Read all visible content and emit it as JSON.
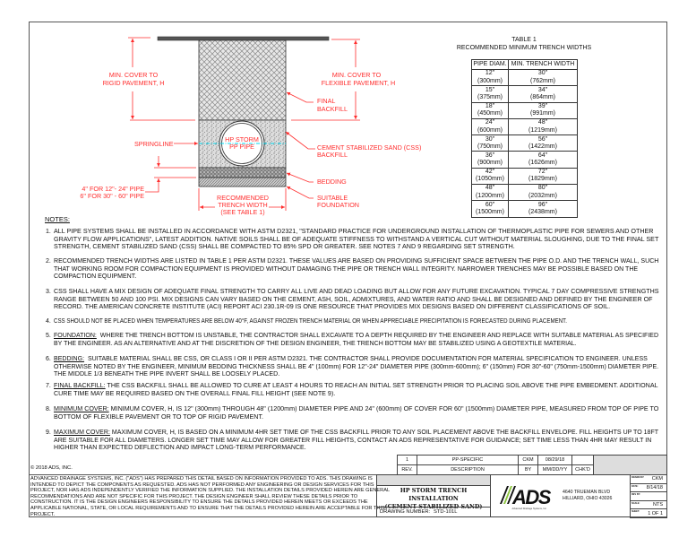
{
  "drawing": {
    "labels": {
      "rigid_cover": [
        "MIN. COVER TO",
        "RIGID PAVEMENT, H"
      ],
      "flexible_cover": [
        "MIN. COVER TO",
        "FLEXIBLE PAVEMENT, H"
      ],
      "final_backfill": [
        "FINAL",
        "BACKFILL"
      ],
      "springline": "SPRINGLINE",
      "pipe": [
        "HP STORM",
        "PP PIPE"
      ],
      "css_backfill": [
        "CEMENT STABILIZED SAND (CSS)",
        "BACKFILL"
      ],
      "bedding": "BEDDING",
      "foundation": [
        "SUITABLE",
        "FOUNDATION"
      ],
      "bedding_thickness": [
        "4\" FOR 12\"- 24\" PIPE",
        "6\" FOR 30\" - 60\" PIPE"
      ],
      "trench_width": [
        "RECOMMENDED",
        "TRENCH WIDTH",
        "(SEE TABLE 1)"
      ]
    },
    "colors": {
      "annotation": "#ff2e2e",
      "springline": "#00d8f0"
    }
  },
  "table": {
    "title": "TABLE 1",
    "subtitle": "RECOMMENDED MINIMUM TRENCH WIDTHS",
    "headers": [
      "PIPE DIAM.",
      "MIN. TRENCH WIDTH"
    ],
    "rows": [
      [
        [
          "12\"",
          "(300mm)"
        ],
        [
          "30\"",
          "(762mm)"
        ]
      ],
      [
        [
          "15\"",
          "(375mm)"
        ],
        [
          "34\"",
          "(864mm)"
        ]
      ],
      [
        [
          "18\"",
          "(450mm)"
        ],
        [
          "39\"",
          "(991mm)"
        ]
      ],
      [
        [
          "24\"",
          "(600mm)"
        ],
        [
          "48\"",
          "(1219mm)"
        ]
      ],
      [
        [
          "30\"",
          "(750mm)"
        ],
        [
          "56\"",
          "(1422mm)"
        ]
      ],
      [
        [
          "36\"",
          "(900mm)"
        ],
        [
          "64\"",
          "(1626mm)"
        ]
      ],
      [
        [
          "42\"",
          "(1050mm)"
        ],
        [
          "72\"",
          "(1829mm)"
        ]
      ],
      [
        [
          "48\"",
          "(1200mm)"
        ],
        [
          "80\"",
          "(2032mm)"
        ]
      ],
      [
        [
          "60\"",
          "(1500mm)"
        ],
        [
          "96\"",
          "(2438mm)"
        ]
      ]
    ]
  },
  "notes": {
    "heading": "NOTES:",
    "items": [
      {
        "num": "1.",
        "label": "",
        "lines": [
          "ALL PIPE SYSTEMS SHALL BE INSTALLED IN ACCORDANCE WITH ASTM D2321, \"STANDARD PRACTICE FOR UNDERGROUND INSTALLATION OF THERMOPLASTIC PIPE FOR SEWERS AND OTHER",
          "GRAVITY FLOW APPLICATIONS\", LATEST ADDITION. NATIVE SOILS SHALL BE OF ADEQUATE STIFFNESS TO WITHSTAND A VERTICAL CUT WITHOUT MATERIAL SLOUGHING, DUE TO THE FINAL SET",
          "STRENGTH, CEMENT STABILIZED SAND (CSS) SHALL BE COMPACTED TO 85% SPD OR GREATER. SEE NOTES 7 AND 9 REGARDING SET STRENGTH."
        ]
      },
      {
        "num": "2.",
        "label": "",
        "lines": [
          "RECOMMENDED TRENCH WIDTHS ARE LISTED IN TABLE 1 PER ASTM D2321. THESE VALUES ARE BASED ON PROVIDING SUFFICIENT SPACE BETWEEN THE PIPE O.D. AND THE TRENCH WALL, SUCH",
          "THAT WORKING ROOM FOR COMPACTION EQUIPMENT IS PROVIDED WITHOUT DAMAGING THE PIPE OR TRENCH WALL INTEGRITY. NARROWER TRENCHES MAY BE POSSIBLE BASED ON THE",
          "COMPACTION EQUIPMENT."
        ]
      },
      {
        "num": "3.",
        "label": "",
        "lines": [
          "CSS SHALL HAVE A MIX DESIGN OF ADEQUATE FINAL STRENGTH TO CARRY ALL LIVE AND DEAD LOADING BUT ALLOW FOR ANY FUTURE EXCAVATION. TYPICAL 7 DAY COMPRESSIVE STRENGTHS",
          "RANGE BETWEEN 50 AND 100 PSI. MIX DESIGNS CAN VARY BASED ON THE CEMENT, ASH, SOIL, ADMIXTURES, AND WATER RATIO AND SHALL BE DESIGNED AND DEFINED BY THE ENGINEER OF",
          "RECORD. THE AMERICAN CONCRETE INSTITUTE (ACI) REPORT ACI 230.1R-09 IS ONE RESOURCE THAT PROVIDES MIX DESIGNS BASED ON DIFFERENT CLASSIFICATIONS OF SOIL."
        ]
      },
      {
        "num": "4.",
        "label": "",
        "lines": [
          "CSS SHOULD NOT BE PLACED WHEN TEMPERATURES ARE BELOW 40°F, AGAINST FROZEN TRENCH MATERIAL OR WHEN APPRECIABLE PRECIPITATION IS FORECASTED DURING PLACEMENT."
        ]
      },
      {
        "num": "5.",
        "label": "FOUNDATION:",
        "lines": [
          "  WHERE THE TRENCH BOTTOM IS UNSTABLE, THE CONTRACTOR SHALL EXCAVATE TO A DEPTH REQUIRED BY THE ENGINEER AND REPLACE WITH SUITABLE MATERIAL AS SPECIFIED",
          "BY THE ENGINEER. AS AN ALTERNATIVE AND AT THE DISCRETION OF THE DESIGN ENGINEER, THE TRENCH BOTTOM MAY BE STABILIZED USING A GEOTEXTILE MATERIAL."
        ]
      },
      {
        "num": "6.",
        "label": "BEDDING:",
        "lines": [
          "  SUITABLE MATERIAL SHALL BE CSS, OR CLASS I OR II PER ASTM D2321. THE CONTRACTOR SHALL PROVIDE DOCUMENTATION FOR MATERIAL SPECIFICATION TO ENGINEER. UNLESS",
          "OTHERWISE NOTED BY THE ENGINEER, MINIMUM BEDDING THICKNESS SHALL BE 4\" (100mm) FOR 12\"-24\" DIAMETER PIPE (300mm-600mm); 6\" (150mm) FOR 30\"-60\" (750mm-1500mm) DIAMETER PIPE.",
          "THE MIDDLE 1/3 BENEATH THE PIPE INVERT SHALL BE LOOSELY PLACED."
        ]
      },
      {
        "num": "7.",
        "label": "FINAL BACKFILL:",
        "lines": [
          " THE CSS BACKFILL SHALL BE ALLOWED TO CURE AT LEAST 4 HOURS TO REACH AN INITIAL SET STRENGTH PRIOR TO PLACING SOIL ABOVE THE PIPE EMBEDMENT. ADDITIONAL",
          "CURE TIME MAY BE REQUIRED BASED ON THE OVERALL FINAL FILL HEIGHT (SEE NOTE 9)."
        ]
      },
      {
        "num": "8.",
        "label": "MINIMUM COVER:",
        "lines": [
          " MINIMUM COVER, H, IS 12\" (300mm) THROUGH 48\" (1200mm) DIAMETER PIPE AND 24\" (600mm) OF COVER FOR 60\" (1500mm) DIAMETER PIPE, MEASURED FROM TOP OF PIPE TO",
          "BOTTOM OF FLEXIBLE PAVEMENT OR TO TOP OF RIGID PAVEMENT."
        ]
      },
      {
        "num": "9.",
        "label": "MAXIMUM COVER:",
        "lines": [
          " MAXIMUM COVER, H, IS BASED ON A MINIMUM 4HR SET TIME OF THE CSS BACKFILL PRIOR TO ANY SOIL PLACEMENT ABOVE THE BACKFILL ENVELOPE. FILL HEIGHTS UP TO 18FT",
          "ARE SUITABLE FOR ALL DIAMETERS. LONGER SET TIME MAY ALLOW FOR GREATER FILL HEIGHTS, CONTACT AN ADS REPRESENTATIVE FOR GUIDANCE; SET TIME LESS THAN 4HR MAY RESULT IN",
          "HIGHER THAN EXPECTED DEFLECTION AND IMPACT LONG-TERM PERFORMANCE."
        ]
      }
    ]
  },
  "title_block": {
    "copyright": "© 2018 ADS, INC.",
    "disclaimer": [
      "ADVANCED DRAINAGE SYSTEMS, INC. (\"ADS\") HAS PREPARED THIS DETAIL BASED ON INFORMATION PROVIDED TO ADS.  THIS DRAWING IS",
      "INTENDED TO DEPICT THE COMPONENTS AS REQUESTED.  ADS HAS NOT PERFORMED ANY ENGINEERING OR DESIGN SERVICES FOR THIS",
      "PROJECT, NOR HAS ADS INDEPENDENTLY VERIFIED THE INFORMATION SUPPLIED.  THE INSTALLATION DETAILS PROVIDED HEREIN ARE GENERAL",
      "RECOMMENDATIONS AND ARE NOT SPECIFIC FOR THIS PROJECT.  THE DESIGN ENGINEER SHALL REVIEW THESE DETAILS PRIOR TO",
      "CONSTRUCTION.  IT IS THE DESIGN ENGINEERS RESPONSIBILITY TO ENSURE THE DETAILS PROVIDED HEREIN MEETS OR EXCEEDS THE",
      "APPLICABLE NATIONAL, STATE, OR LOCAL REQUIREMENTS AND TO ENSURE THAT THE DETAILS PROVIDED HEREIN ARE ACCEPTABLE FOR THIS",
      "PROJECT."
    ],
    "revision": {
      "rev": "1",
      "description": "PP-SPECIFIC",
      "by": "CKM",
      "date": "08/29/18",
      "chkd": ""
    },
    "revision_headers": {
      "rev": "REV.",
      "description": "DESCRIPTION",
      "by": "BY",
      "date": "MM/DD/YY",
      "chkd": "CHK'D"
    },
    "title": [
      "HP STORM TRENCH INSTALLATION",
      "(CEMENT STABILIZED SAND)"
    ],
    "drawing_number_label": "DRAWING NUMBER:",
    "drawing_number": "STD-101L",
    "logo": {
      "text": "ADS",
      "tagline": "Advanced Drainage Systems, Inc.",
      "accent": "#8dc63f"
    },
    "address": [
      "4640 TRUEMAN BLVD",
      "HILLIARD, OHIO 43026"
    ],
    "info": [
      {
        "label": "DRAWN BY:",
        "value": "CKM"
      },
      {
        "label": "DATE:",
        "value": "8/14/18"
      },
      {
        "label": "REV BY:",
        "value": ""
      },
      {
        "label": "SCALE:",
        "value": "NTS"
      },
      {
        "label": "SHEET:",
        "value": "1 OF 1"
      }
    ]
  }
}
